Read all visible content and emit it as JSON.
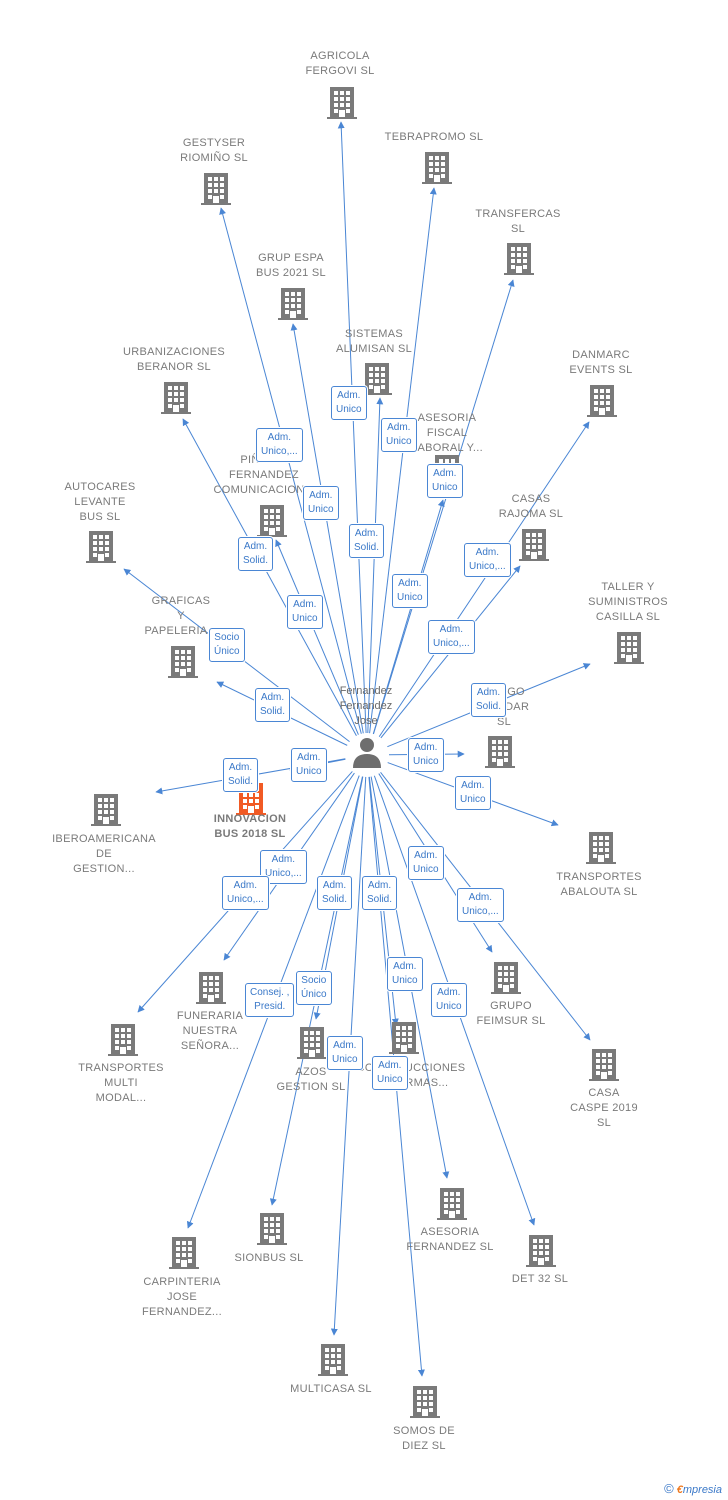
{
  "colors": {
    "edge": "#4a86d4",
    "building": "#7a7a7a",
    "focus": "#f15a24",
    "person": "#6e6e6e",
    "role_text": "#3a78c8"
  },
  "person": {
    "name": "Fernandez\nFernandez\nJose",
    "icon": "person-icon"
  },
  "focus_company": {
    "name": "INNOVACION\nBUS 2018  SL",
    "icon": "building-icon"
  },
  "companies": [
    {
      "id": "agricola",
      "name": "AGRICOLA\nFERGOVI SL"
    },
    {
      "id": "tebrapromo",
      "name": "TEBRAPROMO SL"
    },
    {
      "id": "gestyser",
      "name": "GESTYSER\nRIOMIÑO SL"
    },
    {
      "id": "transfercas",
      "name": "TRANSFERCAS\nSL"
    },
    {
      "id": "grupespa",
      "name": "GRUP ESPA\nBUS 2021  SL"
    },
    {
      "id": "sistemas",
      "name": "SISTEMAS\nALUMISAN  SL"
    },
    {
      "id": "urbanizaciones",
      "name": "URBANIZACIONES\nBERANOR SL"
    },
    {
      "id": "danmarc",
      "name": "DANMARC\nEVENTS  SL"
    },
    {
      "id": "asesoriafiscal",
      "name": "ASESORIA\nFISCAL\nLABORAL Y..."
    },
    {
      "id": "pinheiro",
      "name": "PIÑEIRO\nFERNANDEZ\nCOMUNICACION..."
    },
    {
      "id": "autocares",
      "name": "AUTOCARES\nLEVANTE\nBUS  SL"
    },
    {
      "id": "casas",
      "name": "CASAS\nRAJOMA SL"
    },
    {
      "id": "taller",
      "name": "TALLER Y\nSUMINISTROS\nCASILLA  SL"
    },
    {
      "id": "graficas",
      "name": "GRAFICAS\nY\nPAPELERIA..."
    },
    {
      "id": "cargo",
      "name": "CARGO\nSOLIDAR\nSL"
    },
    {
      "id": "iberoamericana",
      "name": "IBEROAMERICANA\nDE\nGESTION..."
    },
    {
      "id": "abalouta",
      "name": "TRANSPORTES\nABALOUTA SL"
    },
    {
      "id": "funeraria",
      "name": "FUNERARIA\nNUESTRA\nSEÑORA..."
    },
    {
      "id": "feimsur",
      "name": "GRUPO\nFEIMSUR  SL"
    },
    {
      "id": "multimodal",
      "name": "TRANSPORTES\nMULTI\nMODAL..."
    },
    {
      "id": "azos",
      "name": "AZOS\nGESTION SL"
    },
    {
      "id": "reformas",
      "name": "CONSTRUCCIONES\nREFORMAS..."
    },
    {
      "id": "caspe",
      "name": "CASA\nCASPE 2019\nSL"
    },
    {
      "id": "sionbus",
      "name": "SIONBUS  SL"
    },
    {
      "id": "asesoriafer",
      "name": "ASESORIA\nFERNANDEZ SL"
    },
    {
      "id": "det32",
      "name": "DET 32 SL"
    },
    {
      "id": "carpinteria",
      "name": "CARPINTERIA\nJOSE\nFERNANDEZ..."
    },
    {
      "id": "multicasa",
      "name": "MULTICASA SL"
    },
    {
      "id": "somos",
      "name": "SOMOS DE\nDIEZ SL"
    }
  ],
  "roles": [
    "Adm.\nUnico",
    "Adm.\nUnico",
    "Adm.\nUnico,...",
    "Adm.\nUnico",
    "Adm.\nUnico",
    "Adm.\nSolid.",
    "Adm.\nSolid.",
    "Adm.\nUnico,...",
    "Adm.\nUnico",
    "Adm.\nUnico",
    "Socio\nÚnico",
    "Adm.\nUnico,...",
    "Adm.\nSolid.",
    "Adm.\nSolid.",
    "Adm.\nUnico",
    "Adm.\nSolid.",
    "Adm.\nUnico",
    "Adm.\nUnico",
    "Adm.\nUnico,...",
    "Adm.\nUnico",
    "Adm.\nSolid.",
    "Adm.\nSolid.",
    "Adm.\nUnico,...",
    "Adm.\nUnico,...",
    "Consej. ,\nPresid.",
    "Socio\nÚnico",
    "Adm.\nUnico",
    "Adm.\nUnico",
    "Adm.\nUnico",
    "Adm.\nUnico"
  ],
  "footer": {
    "copyright": "©",
    "brand_e": "€",
    "brand_rest": "mpresia"
  }
}
